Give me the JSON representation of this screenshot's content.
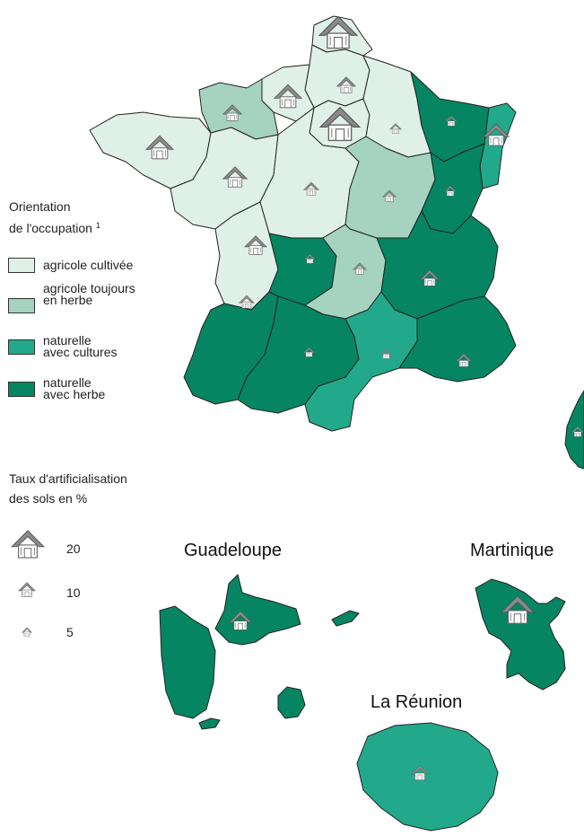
{
  "legend": {
    "orientation_title": "Orientation",
    "orientation_title_2": "de l'occupation",
    "orientation_footnote": "1",
    "categories": [
      {
        "label": "agricole cultivée",
        "color": "#dff0e9"
      },
      {
        "label": "agricole toujours\nen herbe",
        "color": "#a5d3c0"
      },
      {
        "label": "naturelle\navec cultures",
        "color": "#22a98b"
      },
      {
        "label": "naturelle\navec herbe",
        "color": "#068563"
      }
    ],
    "artificial_title": "Taux d'artificialisation",
    "artificial_title_2": "des sols en %",
    "sizes": [
      {
        "label": "20",
        "value": 20
      },
      {
        "label": "10",
        "value": 10
      },
      {
        "label": "5",
        "value": 5
      }
    ]
  },
  "overseas": {
    "guadeloupe": "Guadeloupe",
    "martinique": "Martinique",
    "reunion": "La Réunion"
  },
  "colors": {
    "cultivated": "#dff0e9",
    "grass": "#a5d3c0",
    "natural_crops": "#22a98b",
    "natural_grass": "#068563",
    "border": "#222222",
    "symbol": "#8a8a8a"
  }
}
